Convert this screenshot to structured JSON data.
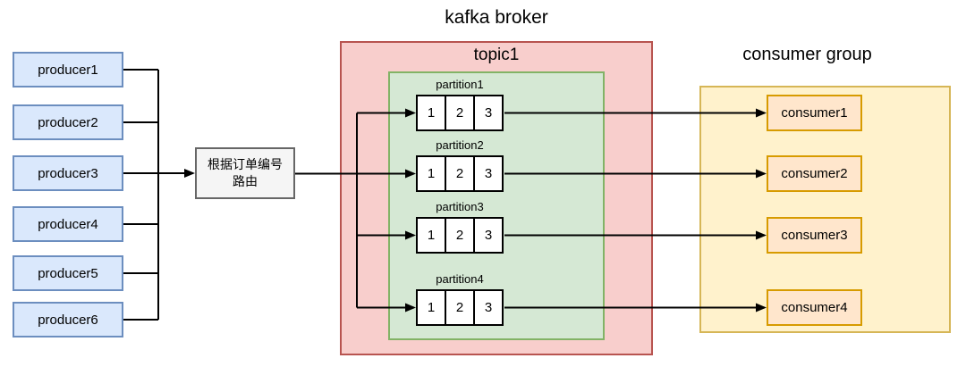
{
  "broker": {
    "title": "kafka broker"
  },
  "topic": {
    "title": "topic1"
  },
  "consumer_group": {
    "title": "consumer group"
  },
  "router": {
    "line1": "根据订单编号",
    "line2": "路由"
  },
  "producers": [
    {
      "label": "producer1"
    },
    {
      "label": "producer2"
    },
    {
      "label": "producer3"
    },
    {
      "label": "producer4"
    },
    {
      "label": "producer5"
    },
    {
      "label": "producer6"
    }
  ],
  "partitions": [
    {
      "label": "partition1",
      "cells": [
        "1",
        "2",
        "3"
      ]
    },
    {
      "label": "partition2",
      "cells": [
        "1",
        "2",
        "3"
      ]
    },
    {
      "label": "partition3",
      "cells": [
        "1",
        "2",
        "3"
      ]
    },
    {
      "label": "partition4",
      "cells": [
        "1",
        "2",
        "3"
      ]
    }
  ],
  "consumers": [
    {
      "label": "consumer1"
    },
    {
      "label": "consumer2"
    },
    {
      "label": "consumer3"
    },
    {
      "label": "consumer4"
    }
  ],
  "edges": [
    "producer1 -> router",
    "producer2 -> router",
    "producer3 -> router",
    "producer4 -> router",
    "producer5 -> router",
    "producer6 -> router",
    "router -> partition1",
    "router -> partition2",
    "router -> partition3",
    "router -> partition4",
    "partition1 -> consumer1",
    "partition2 -> consumer2",
    "partition3 -> consumer3",
    "partition4 -> consumer4"
  ],
  "colors": {
    "producer_fill": "#dae8fc",
    "producer_border": "#6c8ebf",
    "router_fill": "#f5f5f5",
    "router_border": "#666666",
    "broker_fill": "#f8cecc",
    "broker_border": "#b85450",
    "topic_fill": "#d5e8d4",
    "topic_border": "#82b366",
    "group_fill": "#fff2cc",
    "group_border": "#d6b656",
    "consumer_fill": "#ffe6cc",
    "consumer_border": "#d79b00",
    "connector": "#000000"
  }
}
